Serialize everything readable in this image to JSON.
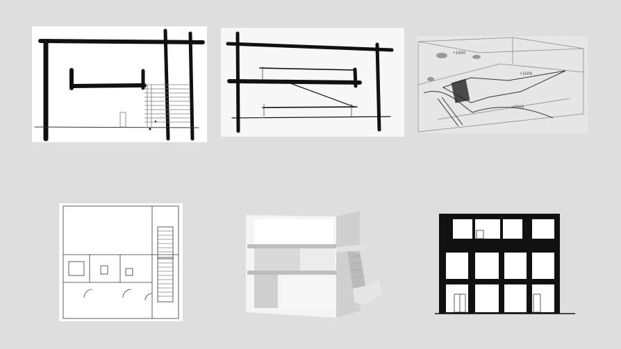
{
  "images": [
    {
      "id": "sketch-section-bold-a",
      "kind": "ink-section-sketch"
    },
    {
      "id": "sketch-section-bold-b",
      "kind": "ink-section-sketch"
    },
    {
      "id": "sketch-perspective",
      "kind": "pencil-perspective-sketch",
      "annotations": [
        "+1600",
        "+1600",
        "±0000"
      ]
    },
    {
      "id": "sketch-plan",
      "kind": "pencil-plan-sketch"
    },
    {
      "id": "model-photo",
      "kind": "physical-model-photo"
    },
    {
      "id": "elevation-drawing",
      "kind": "black-elevation-drawing"
    }
  ],
  "colors": {
    "background": "#dedede",
    "ink": "#111111",
    "pencil": "#555555"
  }
}
